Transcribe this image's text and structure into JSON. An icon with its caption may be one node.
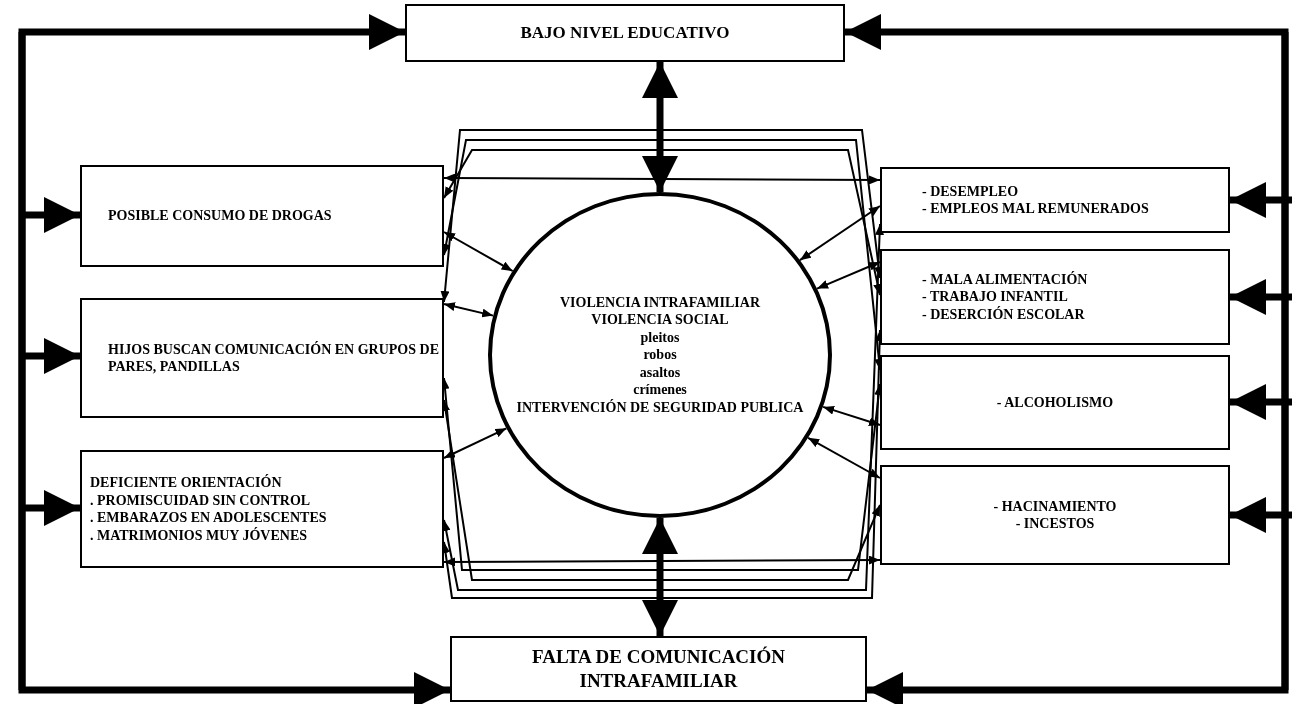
{
  "diagram": {
    "nodes": [
      {
        "text": [
          "BAJO NIVEL EDUCATIVO"
        ]
      },
      {
        "text": [
          "POSIBLE CONSUMO DE DROGAS"
        ]
      },
      {
        "text": [
          "HIJOS BUSCAN COMUNICACIÓN EN GRUPOS DE PARES, PANDILLAS"
        ]
      },
      {
        "text": [
          "DEFICIENTE ORIENTACIÓN",
          ". PROMISCUIDAD SIN CONTROL",
          ". EMBARAZOS EN ADOLESCENTES",
          ". MATRIMONIOS MUY JÓVENES"
        ]
      },
      {
        "text": [
          "VIOLENCIA INTRAFAMILIAR",
          "VIOLENCIA SOCIAL",
          "pleitos",
          "robos",
          "asaltos",
          "crímenes",
          "INTERVENCIÓN DE SEGURIDAD PUBLICA"
        ]
      },
      {
        "text": [
          "- DESEMPLEO",
          "- EMPLEOS MAL REMUNERADOS"
        ]
      },
      {
        "text": [
          "- MALA ALIMENTACIÓN",
          "- TRABAJO INFANTIL",
          "- DESERCIÓN ESCOLAR"
        ]
      },
      {
        "text": [
          "- ALCOHOLISMO"
        ]
      },
      {
        "text": [
          "- HACINAMIENTO",
          "- INCESTOS"
        ]
      },
      {
        "text": [
          "FALTA DE COMUNICACIÓN INTRAFAMILIAR"
        ]
      }
    ],
    "edges": [
      {
        "from": null,
        "to": 0,
        "arrow": "to",
        "style": "thick"
      },
      {
        "from": null,
        "to": 1,
        "arrow": "to",
        "style": "thick"
      },
      {
        "from": null,
        "to": 2,
        "arrow": "to",
        "style": "thick"
      },
      {
        "from": null,
        "to": 3,
        "arrow": "to",
        "style": "thick"
      },
      {
        "from": null,
        "to": 9,
        "arrow": "to",
        "style": "thick"
      },
      {
        "from": null,
        "to": 0,
        "arrow": "to",
        "style": "thick"
      },
      {
        "from": null,
        "to": 5,
        "arrow": "to",
        "style": "thick"
      },
      {
        "from": null,
        "to": 6,
        "arrow": "to",
        "style": "thick"
      },
      {
        "from": null,
        "to": 7,
        "arrow": "to",
        "style": "thick"
      },
      {
        "from": null,
        "to": 8,
        "arrow": "to",
        "style": "thick"
      },
      {
        "from": null,
        "to": 9,
        "arrow": "to",
        "style": "thick"
      },
      {
        "from": 4,
        "to": 0,
        "arrow": "both",
        "style": "thick"
      },
      {
        "from": 4,
        "to": 9,
        "arrow": "both",
        "style": "thick"
      },
      {
        "from": 4,
        "to": 1,
        "arrow": "both"
      },
      {
        "from": 4,
        "to": 2,
        "arrow": "both"
      },
      {
        "from": 4,
        "to": 3,
        "arrow": "both"
      },
      {
        "from": 4,
        "to": 5,
        "arrow": "both"
      },
      {
        "from": 4,
        "to": 6,
        "arrow": "both"
      },
      {
        "from": 4,
        "to": 7,
        "arrow": "both"
      },
      {
        "from": 4,
        "to": 8,
        "arrow": "both"
      },
      {
        "from": 1,
        "to": 5,
        "arrow": "both"
      },
      {
        "from": 1,
        "to": 6,
        "arrow": "both"
      },
      {
        "from": 1,
        "to": 7,
        "arrow": "both"
      },
      {
        "from": 2,
        "to": 6,
        "arrow": "both"
      },
      {
        "from": 2,
        "to": 7,
        "arrow": "both"
      },
      {
        "from": 2,
        "to": 8,
        "arrow": "both"
      },
      {
        "from": 3,
        "to": 5,
        "arrow": "both"
      },
      {
        "from": 3,
        "to": 6,
        "arrow": "both"
      },
      {
        "from": 3,
        "to": 8,
        "arrow": "both"
      }
    ]
  }
}
